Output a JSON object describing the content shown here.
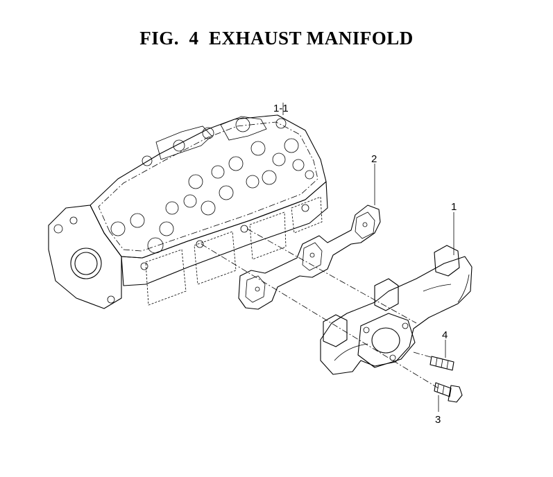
{
  "figure": {
    "title": "FIG.  4  EXHAUST MANIFOLD"
  },
  "callouts": [
    {
      "id": "cylinder-head",
      "label": "1-1"
    },
    {
      "id": "gasket",
      "label": "2"
    },
    {
      "id": "exhaust-manifold",
      "label": "1"
    },
    {
      "id": "stud-bolt",
      "label": "4"
    },
    {
      "id": "hex-bolt",
      "label": "3"
    }
  ]
}
